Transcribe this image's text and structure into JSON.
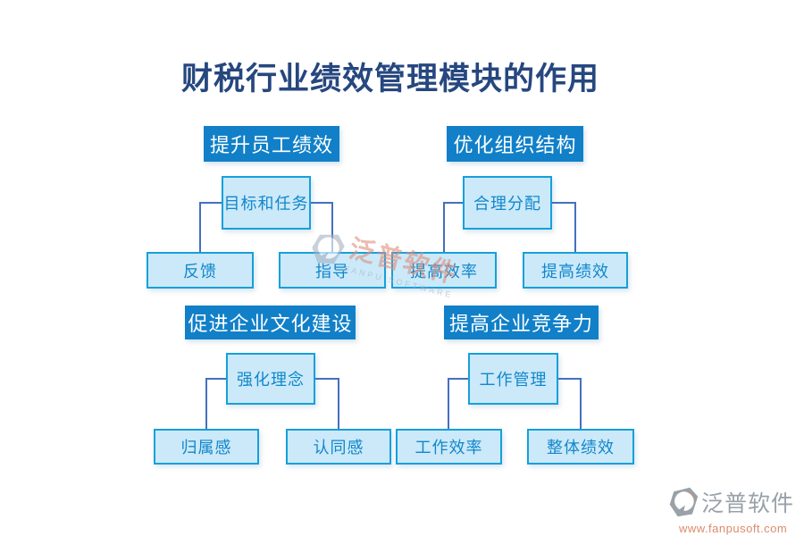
{
  "title": {
    "text": "财税行业绩效管理模块的作用"
  },
  "colors": {
    "title_text": "#26477F",
    "header_bg": "#1180C8",
    "header_text": "#FFFFFF",
    "node_bg": "#CBE9F9",
    "node_border": "#16A0DB",
    "node_text": "#1187CB",
    "connector": "#4470C0",
    "logo_gray": "#99A1A9",
    "logo_orange": "#E07B4A",
    "url_text": "#DC8A6A"
  },
  "trees": [
    {
      "header": "提升员工绩效",
      "mid": "目标和任务",
      "leaves": [
        "反馈",
        "指导"
      ]
    },
    {
      "header": "优化组织结构",
      "mid": "合理分配",
      "leaves": [
        "提高效率",
        "提高绩效"
      ]
    },
    {
      "header": "促进企业文化建设",
      "mid": "强化理念",
      "leaves": [
        "归属感",
        "认同感"
      ]
    },
    {
      "header": "提高企业竞争力",
      "mid": "工作管理",
      "leaves": [
        "工作效率",
        "整体绩效"
      ]
    }
  ],
  "watermark": {
    "brand": "泛普软件",
    "brand_en": "FANPU SOFTWARE"
  },
  "logo": {
    "brand": "泛普软件",
    "url": "www.fanpusoft.com"
  }
}
